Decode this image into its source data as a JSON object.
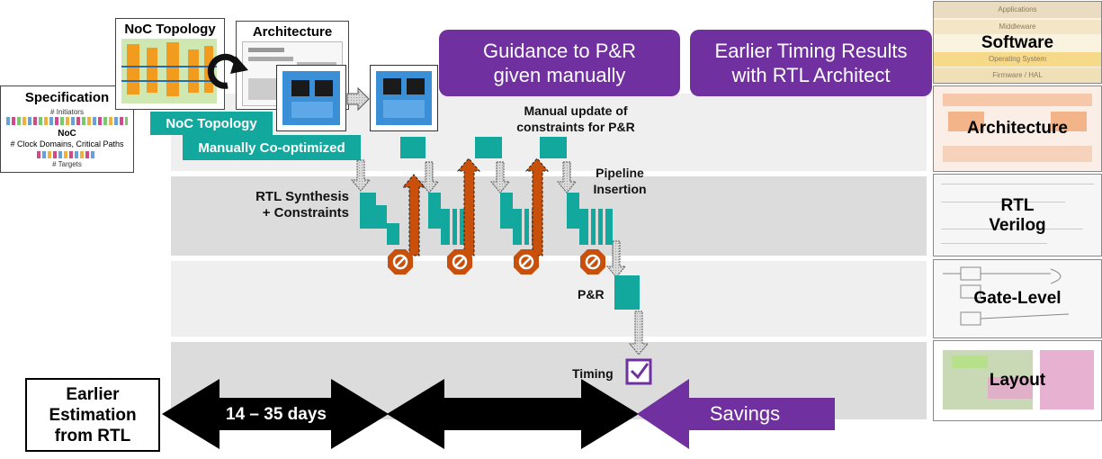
{
  "spec": {
    "title": "Specification",
    "initiators": "# Initiators",
    "noc": "NoC",
    "clock": "# Clock Domains, Critical Paths",
    "targets": "# Targets"
  },
  "noc_topology_thumb": "NoC Topology",
  "architecture_thumb": "Architecture",
  "noc_topology_bar": "NoC Topology",
  "manually_bar": "Manually Co-optimized",
  "guidance": "Guidance to P&R given manually",
  "earlier_timing": "Earlier Timing Results with RTL Architect",
  "manual_update": "Manual update of constraints for P&R",
  "pipeline": "Pipeline Insertion",
  "rtl_synth": "RTL Synthesis + Constraints",
  "pnr": "P&R",
  "timing": "Timing",
  "earlier_est": "Earlier Estimation from RTL",
  "days": "14 – 35 days",
  "savings": "Savings",
  "stack": {
    "software": "Software",
    "applications": "Applications",
    "middleware": "Middleware",
    "os": "Operating System",
    "firmware": "Firmware / HAL",
    "architecture": "Architecture",
    "rtl": "RTL",
    "verilog": "Verilog",
    "gate": "Gate-Level",
    "layout": "Layout"
  },
  "colors": {
    "teal": "#13a89e",
    "purple": "#7030a0",
    "orange": "#c8500a",
    "black": "#000000",
    "band": "#e3e3e3"
  }
}
